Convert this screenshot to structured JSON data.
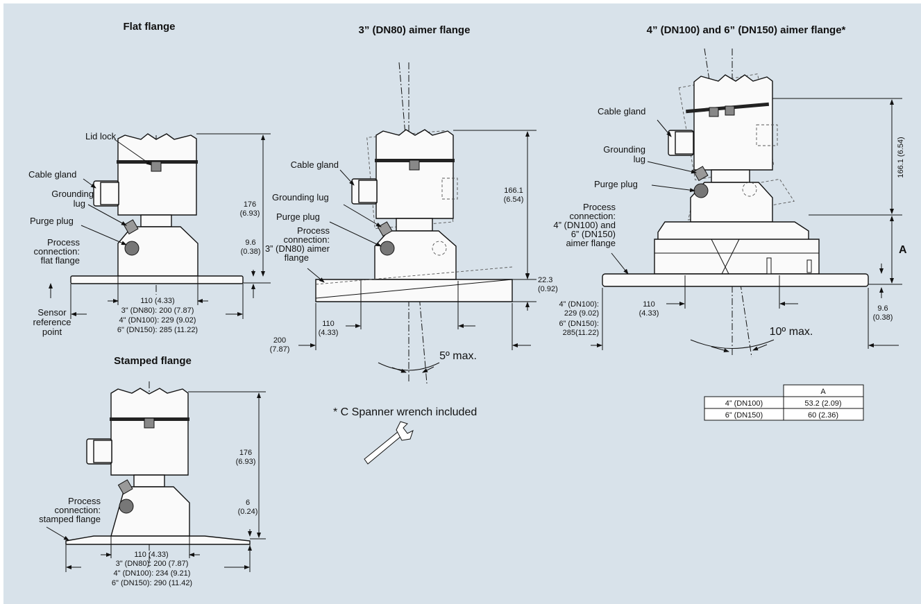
{
  "flat": {
    "title": "Flat flange",
    "lid_lock": "Lid lock",
    "cable_gland": "Cable gland",
    "grounding": [
      "Grounding",
      "lug"
    ],
    "purge": "Purge plug",
    "process": [
      "Process",
      "connection:",
      "flat flange"
    ],
    "h176": [
      "176",
      "(6.93)"
    ],
    "h96": [
      "9.6",
      "(0.38)"
    ],
    "w110": "110 (4.33)",
    "widths": [
      "3\" (DN80): 200 (7.87)",
      "4\" (DN100): 229 (9.02)",
      "6\" (DN150): 285 (11.22)"
    ],
    "sensor_ref": [
      "Sensor",
      "reference",
      "point"
    ]
  },
  "stamped": {
    "title": "Stamped flange",
    "process": [
      "Process",
      "connection:",
      "stamped flange"
    ],
    "h176": [
      "176",
      "(6.93)"
    ],
    "h6": [
      "6",
      "(0.24)"
    ],
    "w110": "110 (4.33)",
    "widths": [
      "3\" (DN80): 200 (7.87)",
      "4\" (DN100): 234 (9.21)",
      "6\" (DN150): 290 (11.42)"
    ]
  },
  "aim3": {
    "title": "3” (DN80) aimer flange",
    "cable_gland": "Cable gland",
    "grounding": "Grounding lug",
    "purge": "Purge plug",
    "process": [
      "Process",
      "connection:",
      "3” (DN80) aimer",
      "flange"
    ],
    "h166": [
      "166.1",
      "(6.54)"
    ],
    "h223": [
      "22.3",
      "(0.92)"
    ],
    "w110": [
      "110",
      "(4.33)"
    ],
    "w200": [
      "200",
      "(7.87)"
    ],
    "angle": "5º max."
  },
  "aim46": {
    "title": "4” (DN100) and 6” (DN150) aimer flange*",
    "cable_gland": "Cable gland",
    "grounding": [
      "Grounding",
      "lug"
    ],
    "purge": "Purge plug",
    "process": [
      "Process",
      "connection:",
      "4” (DN100) and",
      "6” (DN150)",
      "aimer flange"
    ],
    "h166": "166.1 (6.54)",
    "a_label": "A",
    "w110": [
      "110",
      "(4.33)"
    ],
    "widths": [
      "4” (DN100):",
      "229 (9.02)",
      "6” (DN150):",
      "285(11.22)"
    ],
    "h96": [
      "9.6",
      "(0.38)"
    ],
    "angle": "10º max."
  },
  "note": "* C Spanner wrench included",
  "table": {
    "header": "A",
    "rows": [
      {
        "size": "4” (DN100)",
        "value": "53.2 (2.09)"
      },
      {
        "size": "6” (DN150)",
        "value": "60 (2.36)"
      }
    ]
  }
}
